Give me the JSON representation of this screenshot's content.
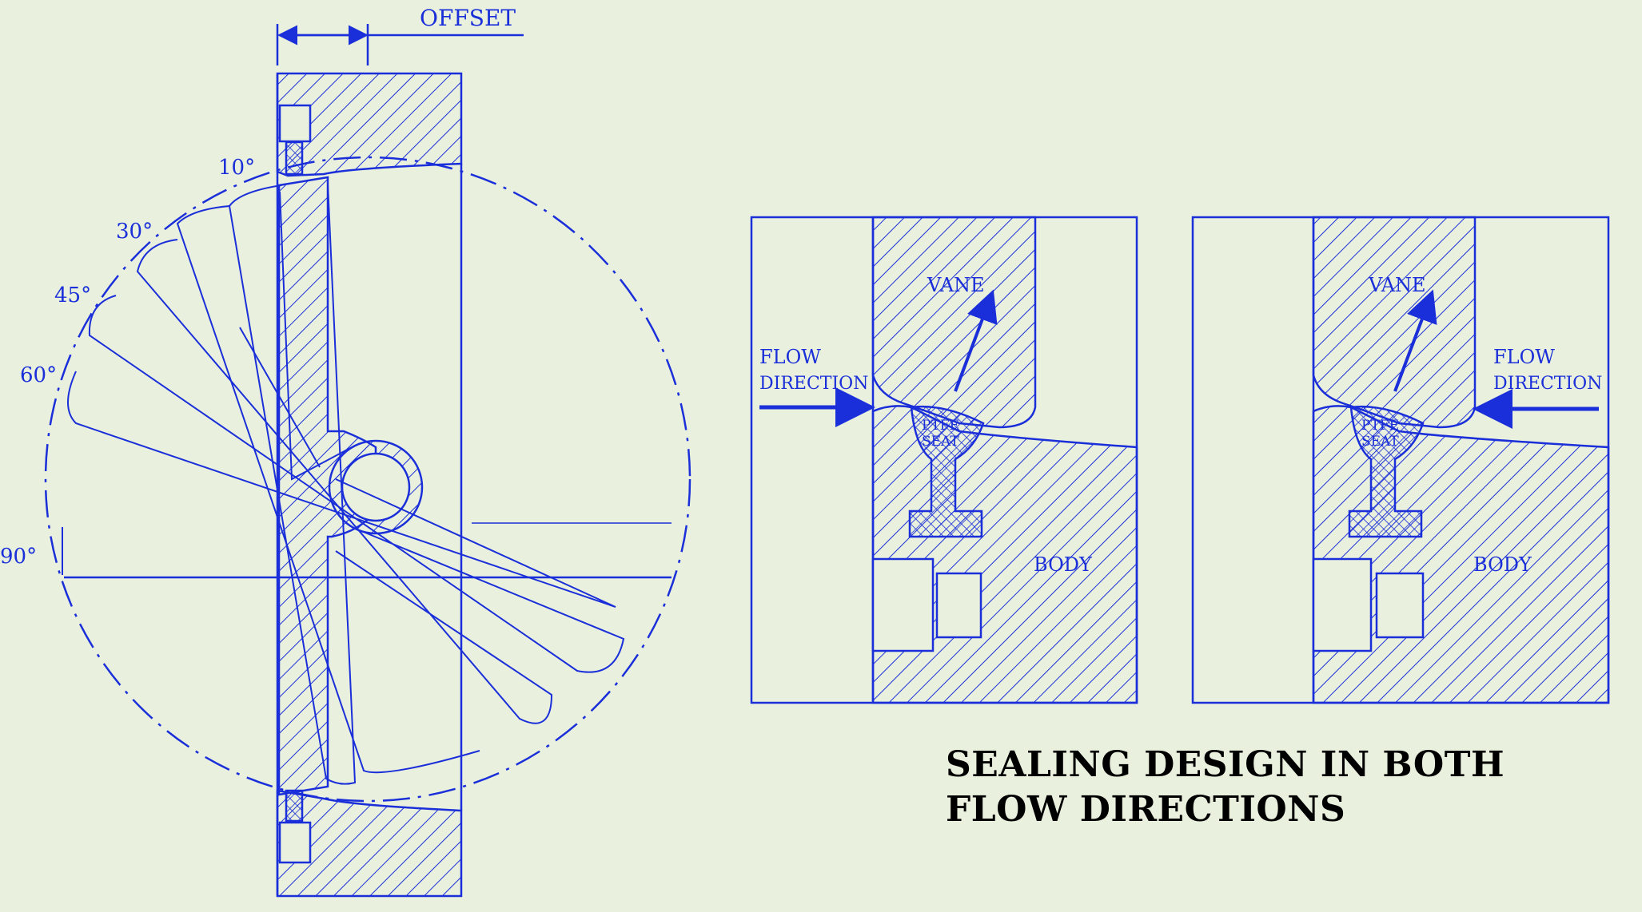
{
  "colors": {
    "background": "#e9f0dd",
    "line": "#1a2fd9",
    "caption": "#000000"
  },
  "left_drawing": {
    "offset_label": "OFFSET",
    "angle_labels": [
      "10°",
      "30°",
      "45°",
      "60°",
      "90°"
    ]
  },
  "panel_a": {
    "vane_label": "VANE",
    "flow_label_1": "FLOW",
    "flow_label_2": "DIRECTION",
    "seat_label_1": "PTFE",
    "seat_label_2": "SEAT",
    "body_label": "BODY",
    "flow_arrow_direction": "right"
  },
  "panel_b": {
    "vane_label": "VANE",
    "flow_label_1": "FLOW",
    "flow_label_2": "DIRECTION",
    "seat_label_1": "PTFE",
    "seat_label_2": "SEAT",
    "body_label": "BODY",
    "flow_arrow_direction": "left"
  },
  "caption": {
    "line1": "SEALING DESIGN IN BOTH",
    "line2": "FLOW DIRECTIONS"
  }
}
